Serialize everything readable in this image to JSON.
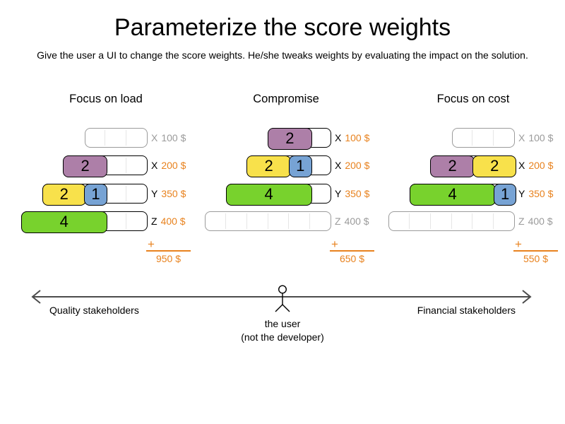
{
  "title": "Parameterize the score weights",
  "subtitle": "Give the user a UI to change the score weights. He/she tweaks weights by evaluating the impact on the solution.",
  "palette": {
    "purple": "#ad7fa8",
    "yellow": "#f8e14b",
    "blue": "#77a3d4",
    "green": "#78d22d",
    "orange_accent": "#e8821e",
    "inactive_gray": "#9b9b9b",
    "axis_gray": "#4c4c4c"
  },
  "columns": [
    {
      "title": "Focus on load",
      "plus": "+",
      "total": "950 $",
      "rows": [
        {
          "letter": "X",
          "price": "100 $",
          "capacity": 3,
          "active": false,
          "blocks": []
        },
        {
          "letter": "X",
          "price": "200 $",
          "capacity": 4,
          "active": true,
          "blocks": [
            {
              "value": "2",
              "color": "purple",
              "size": 2
            }
          ]
        },
        {
          "letter": "Y",
          "price": "350 $",
          "capacity": 5,
          "active": true,
          "blocks": [
            {
              "value": "2",
              "color": "yellow",
              "size": 2
            },
            {
              "value": "1",
              "color": "blue",
              "size": 1
            }
          ]
        },
        {
          "letter": "Z",
          "price": "400 $",
          "capacity": 6,
          "active": true,
          "blocks": [
            {
              "value": "4",
              "color": "green",
              "size": 4
            }
          ]
        }
      ]
    },
    {
      "title": "Compromise",
      "plus": "+",
      "total": "650 $",
      "rows": [
        {
          "letter": "X",
          "price": "100 $",
          "capacity": 3,
          "active": true,
          "blocks": [
            {
              "value": "2",
              "color": "purple",
              "size": 2
            }
          ]
        },
        {
          "letter": "X",
          "price": "200 $",
          "capacity": 4,
          "active": true,
          "blocks": [
            {
              "value": "2",
              "color": "yellow",
              "size": 2
            },
            {
              "value": "1",
              "color": "blue",
              "size": 1
            }
          ]
        },
        {
          "letter": "Y",
          "price": "350 $",
          "capacity": 5,
          "active": true,
          "blocks": [
            {
              "value": "4",
              "color": "green",
              "size": 4
            }
          ]
        },
        {
          "letter": "Z",
          "price": "400 $",
          "capacity": 6,
          "active": false,
          "blocks": []
        }
      ]
    },
    {
      "title": "Focus on cost",
      "plus": "+",
      "total": "550 $",
      "rows": [
        {
          "letter": "X",
          "price": "100 $",
          "capacity": 3,
          "active": false,
          "blocks": []
        },
        {
          "letter": "X",
          "price": "200 $",
          "capacity": 4,
          "active": true,
          "blocks": [
            {
              "value": "2",
              "color": "purple",
              "size": 2
            },
            {
              "value": "2",
              "color": "yellow",
              "size": 2
            }
          ]
        },
        {
          "letter": "Y",
          "price": "350 $",
          "capacity": 5,
          "active": true,
          "blocks": [
            {
              "value": "4",
              "color": "green",
              "size": 4
            },
            {
              "value": "1",
              "color": "blue",
              "size": 1
            }
          ]
        },
        {
          "letter": "Z",
          "price": "400 $",
          "capacity": 6,
          "active": false,
          "blocks": []
        }
      ]
    }
  ],
  "axis": {
    "left_label": "Quality stakeholders",
    "right_label": "Financial stakeholders",
    "user_line1": "the user",
    "user_line2": "(not the developer)"
  }
}
